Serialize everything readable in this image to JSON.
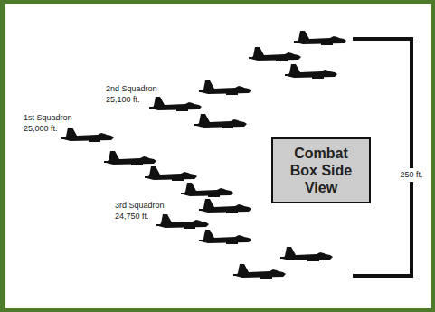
{
  "diagram": {
    "nodes": [
      {
        "text": [
          "Combat Box Side View"
        ]
      }
    ],
    "labels": [
      "1st Squadron",
      "25,000 ft.",
      "2nd Squadron",
      "25,100 ft.",
      "3rd Squadron",
      "24,750 ft.",
      "250 ft."
    ]
  }
}
